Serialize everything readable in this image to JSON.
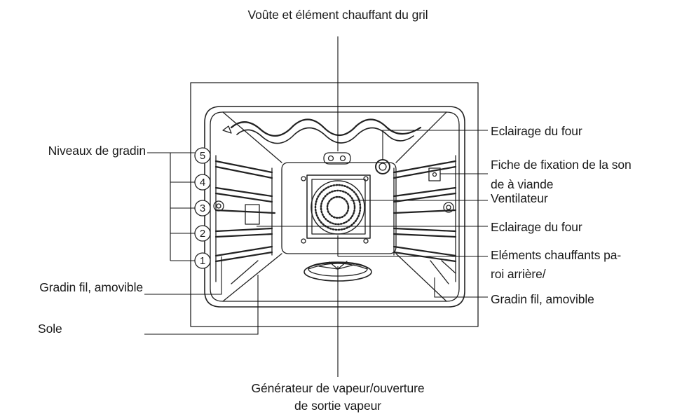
{
  "labels": {
    "top": "Voûte et élément chauffant du gril",
    "shelf_levels": "Niveaux de gradin",
    "wire_rack_left": "Gradin fil, amovible",
    "base": "Sole",
    "lamp_top": "Eclairage du four",
    "probe_socket_line1": "Fiche de fixation de la son",
    "probe_socket_line2": "de à viande",
    "fan": "Ventilateur",
    "lamp_side": "Eclairage du four",
    "rear_heating_line1": "Eléments chauffants pa-",
    "rear_heating_line2": "roi arrière/",
    "wire_rack_right": "Gradin fil, amovible",
    "steam_line1": "Générateur de vapeur/ouverture",
    "steam_line2": "de sortie vapeur"
  },
  "levels": [
    "5",
    "4",
    "3",
    "2",
    "1"
  ]
}
